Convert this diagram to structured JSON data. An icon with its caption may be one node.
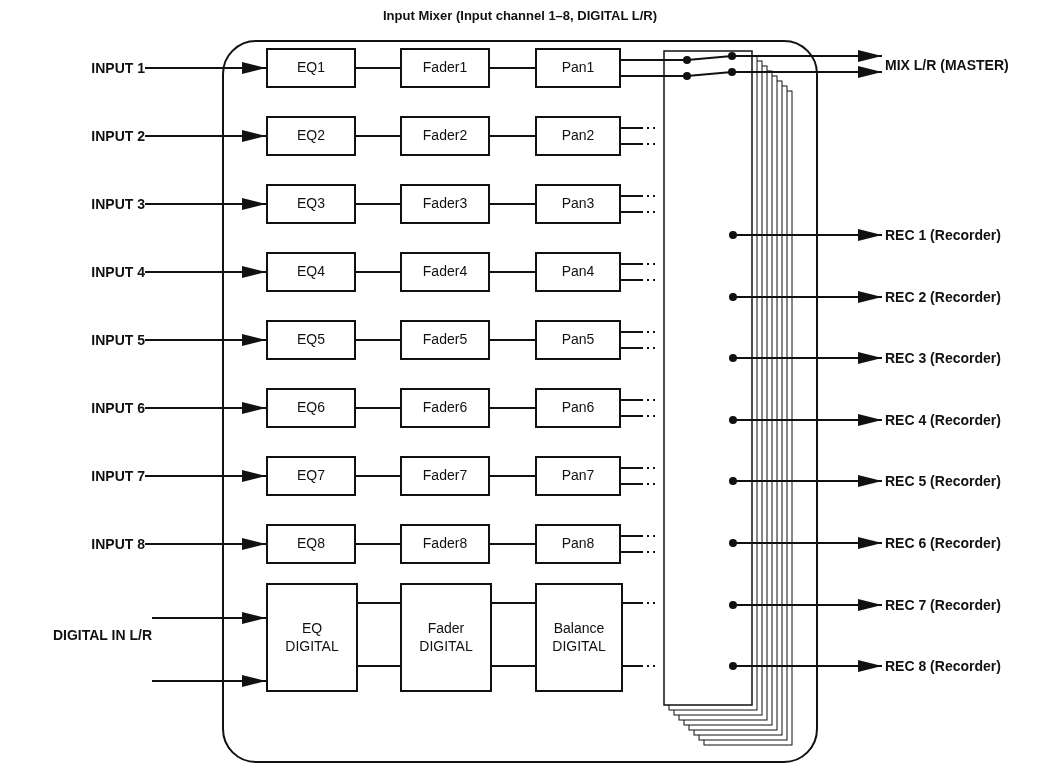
{
  "diagram": {
    "nodes": [
      {
        "text": [
          "Input Mixer (Input channel 1–8, DIGITAL L/R)"
        ]
      },
      {
        "text": [
          "INPUT 1"
        ]
      },
      {
        "text": [
          "EQ1"
        ],
        "in": 0
      },
      {
        "text": [
          "Fader1"
        ],
        "in": 0
      },
      {
        "text": [
          "Pan1"
        ],
        "in": 0
      },
      {
        "text": [
          "INPUT 2"
        ]
      },
      {
        "text": [
          "EQ2"
        ],
        "in": 0
      },
      {
        "text": [
          "Fader2"
        ],
        "in": 0
      },
      {
        "text": [
          "Pan2"
        ],
        "in": 0
      },
      {
        "text": [
          "INPUT 3"
        ]
      },
      {
        "text": [
          "EQ3"
        ],
        "in": 0
      },
      {
        "text": [
          "Fader3"
        ],
        "in": 0
      },
      {
        "text": [
          "Pan3"
        ],
        "in": 0
      },
      {
        "text": [
          "INPUT 4"
        ]
      },
      {
        "text": [
          "EQ4"
        ],
        "in": 0
      },
      {
        "text": [
          "Fader4"
        ],
        "in": 0
      },
      {
        "text": [
          "Pan4"
        ],
        "in": 0
      },
      {
        "text": [
          "INPUT 5"
        ]
      },
      {
        "text": [
          "EQ5"
        ],
        "in": 0
      },
      {
        "text": [
          "Fader5"
        ],
        "in": 0
      },
      {
        "text": [
          "Pan5"
        ],
        "in": 0
      },
      {
        "text": [
          "INPUT 6"
        ]
      },
      {
        "text": [
          "EQ6"
        ],
        "in": 0
      },
      {
        "text": [
          "Fader6"
        ],
        "in": 0
      },
      {
        "text": [
          "Pan6"
        ],
        "in": 0
      },
      {
        "text": [
          "INPUT 7"
        ]
      },
      {
        "text": [
          "EQ7"
        ],
        "in": 0
      },
      {
        "text": [
          "Fader7"
        ],
        "in": 0
      },
      {
        "text": [
          "Pan7"
        ],
        "in": 0
      },
      {
        "text": [
          "INPUT 8"
        ]
      },
      {
        "text": [
          "EQ8"
        ],
        "in": 0
      },
      {
        "text": [
          "Fader8"
        ],
        "in": 0
      },
      {
        "text": [
          "Pan8"
        ],
        "in": 0
      },
      {
        "text": [
          "DIGITAL IN L/R"
        ]
      },
      {
        "text": [
          "EQ DIGITAL"
        ],
        "in": 0
      },
      {
        "text": [
          "Fader DIGITAL"
        ],
        "in": 0
      },
      {
        "text": [
          "Balance DIGITAL"
        ],
        "in": 0
      },
      {
        "text": [],
        "shape": "box",
        "in": 0
      },
      {
        "text": [
          "MIX L/R (MASTER)"
        ]
      },
      {
        "text": [
          "REC 1 (Recorder)"
        ]
      },
      {
        "text": [
          "REC 2 (Recorder)"
        ]
      },
      {
        "text": [
          "REC 3 (Recorder)"
        ]
      },
      {
        "text": [
          "REC 4 (Recorder)"
        ]
      },
      {
        "text": [
          "REC 5 (Recorder)"
        ]
      },
      {
        "text": [
          "REC 6 (Recorder)"
        ]
      },
      {
        "text": [
          "REC 7 (Recorder)"
        ]
      },
      {
        "text": [
          "REC 8 (Recorder)"
        ]
      }
    ],
    "edges": [
      {
        "from": 1,
        "to": 2,
        "arrow": "to"
      },
      {
        "from": 2,
        "to": 3,
        "arrow": "none"
      },
      {
        "from": 3,
        "to": 4,
        "arrow": "none"
      },
      {
        "from": 5,
        "to": 6,
        "arrow": "to"
      },
      {
        "from": 6,
        "to": 7,
        "arrow": "none"
      },
      {
        "from": 7,
        "to": 8,
        "arrow": "none"
      },
      {
        "from": 9,
        "to": 10,
        "arrow": "to"
      },
      {
        "from": 10,
        "to": 11,
        "arrow": "none"
      },
      {
        "from": 11,
        "to": 12,
        "arrow": "none"
      },
      {
        "from": 13,
        "to": 14,
        "arrow": "to"
      },
      {
        "from": 14,
        "to": 15,
        "arrow": "none"
      },
      {
        "from": 15,
        "to": 16,
        "arrow": "none"
      },
      {
        "from": 17,
        "to": 18,
        "arrow": "to"
      },
      {
        "from": 18,
        "to": 19,
        "arrow": "none"
      },
      {
        "from": 19,
        "to": 20,
        "arrow": "none"
      },
      {
        "from": 21,
        "to": 22,
        "arrow": "to"
      },
      {
        "from": 22,
        "to": 23,
        "arrow": "none"
      },
      {
        "from": 23,
        "to": 24,
        "arrow": "none"
      },
      {
        "from": 25,
        "to": 26,
        "arrow": "to"
      },
      {
        "from": 26,
        "to": 27,
        "arrow": "none"
      },
      {
        "from": 27,
        "to": 28,
        "arrow": "none"
      },
      {
        "from": 29,
        "to": 30,
        "arrow": "to"
      },
      {
        "from": 30,
        "to": 31,
        "arrow": "none"
      },
      {
        "from": 31,
        "to": 32,
        "arrow": "none"
      },
      {
        "from": 4,
        "to": 38,
        "arrow": "to"
      },
      {
        "from": 4,
        "to": 38,
        "arrow": "to"
      },
      {
        "from": 8,
        "to": 37,
        "arrow": "none",
        "style": "dashed"
      },
      {
        "from": 8,
        "to": 37,
        "arrow": "none",
        "style": "dashed"
      },
      {
        "from": 12,
        "to": 37,
        "arrow": "none",
        "style": "dashed"
      },
      {
        "from": 12,
        "to": 37,
        "arrow": "none",
        "style": "dashed"
      },
      {
        "from": 16,
        "to": 37,
        "arrow": "none",
        "style": "dashed"
      },
      {
        "from": 16,
        "to": 37,
        "arrow": "none",
        "style": "dashed"
      },
      {
        "from": 20,
        "to": 37,
        "arrow": "none",
        "style": "dashed"
      },
      {
        "from": 20,
        "to": 37,
        "arrow": "none",
        "style": "dashed"
      },
      {
        "from": 24,
        "to": 37,
        "arrow": "none",
        "style": "dashed"
      },
      {
        "from": 24,
        "to": 37,
        "arrow": "none",
        "style": "dashed"
      },
      {
        "from": 28,
        "to": 37,
        "arrow": "none",
        "style": "dashed"
      },
      {
        "from": 28,
        "to": 37,
        "arrow": "none",
        "style": "dashed"
      },
      {
        "from": 32,
        "to": 37,
        "arrow": "none",
        "style": "dashed"
      },
      {
        "from": 32,
        "to": 37,
        "arrow": "none",
        "style": "dashed"
      },
      {
        "from": 33,
        "to": 34,
        "arrow": "to"
      },
      {
        "from": 33,
        "to": 34,
        "arrow": "to"
      },
      {
        "from": 34,
        "to": 35,
        "arrow": "none"
      },
      {
        "from": 34,
        "to": 35,
        "arrow": "none"
      },
      {
        "from": 35,
        "to": 36,
        "arrow": "none"
      },
      {
        "from": 35,
        "to": 36,
        "arrow": "none"
      },
      {
        "from": 36,
        "to": 37,
        "arrow": "none",
        "style": "dashed"
      },
      {
        "from": 36,
        "to": 37,
        "arrow": "none",
        "style": "dashed"
      },
      {
        "from": 37,
        "to": 39,
        "arrow": "to"
      },
      {
        "from": 37,
        "to": 40,
        "arrow": "to"
      },
      {
        "from": 37,
        "to": 41,
        "arrow": "to"
      },
      {
        "from": 37,
        "to": 42,
        "arrow": "to"
      },
      {
        "from": 37,
        "to": 43,
        "arrow": "to"
      },
      {
        "from": 37,
        "to": 44,
        "arrow": "to"
      },
      {
        "from": 37,
        "to": 45,
        "arrow": "to"
      },
      {
        "from": 37,
        "to": 46,
        "arrow": "to"
      }
    ]
  }
}
